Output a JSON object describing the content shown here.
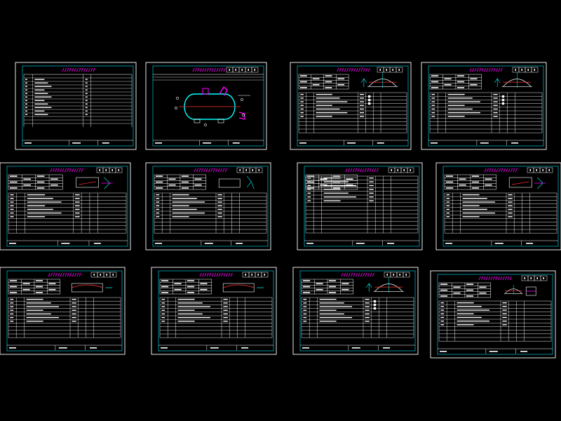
{
  "colors": {
    "background": "#000000",
    "sheet_border": "#ffffff",
    "frame_line": "#00e5ff",
    "table_line": "#ffffff",
    "title_bar": "#ff00ff",
    "detail_line": "#00ffff",
    "vessel_body": "#00ffff",
    "centerline": "#ff3030",
    "nozzle": "#ff00ff",
    "head_curve": "#ffffff"
  },
  "sheets": [
    {
      "id": "s1",
      "kind": "index",
      "number_boxes": 0
    },
    {
      "id": "s2",
      "kind": "assembly",
      "number_boxes": 5
    },
    {
      "id": "s3",
      "kind": "head-part",
      "number_boxes": 4
    },
    {
      "id": "s4",
      "kind": "head-part",
      "number_boxes": 4
    },
    {
      "id": "s5",
      "kind": "nozzle-part",
      "number_boxes": 4
    },
    {
      "id": "s6",
      "kind": "plate-part",
      "number_boxes": 4
    },
    {
      "id": "s7",
      "kind": "list",
      "number_boxes": 4
    },
    {
      "id": "s8",
      "kind": "nozzle-part",
      "number_boxes": 4
    },
    {
      "id": "s9",
      "kind": "shell-part",
      "number_boxes": 4
    },
    {
      "id": "s10",
      "kind": "shell-part",
      "number_boxes": 4
    },
    {
      "id": "s11",
      "kind": "head-part",
      "number_boxes": 4
    },
    {
      "id": "s12",
      "kind": "support-part",
      "number_boxes": 4
    }
  ]
}
